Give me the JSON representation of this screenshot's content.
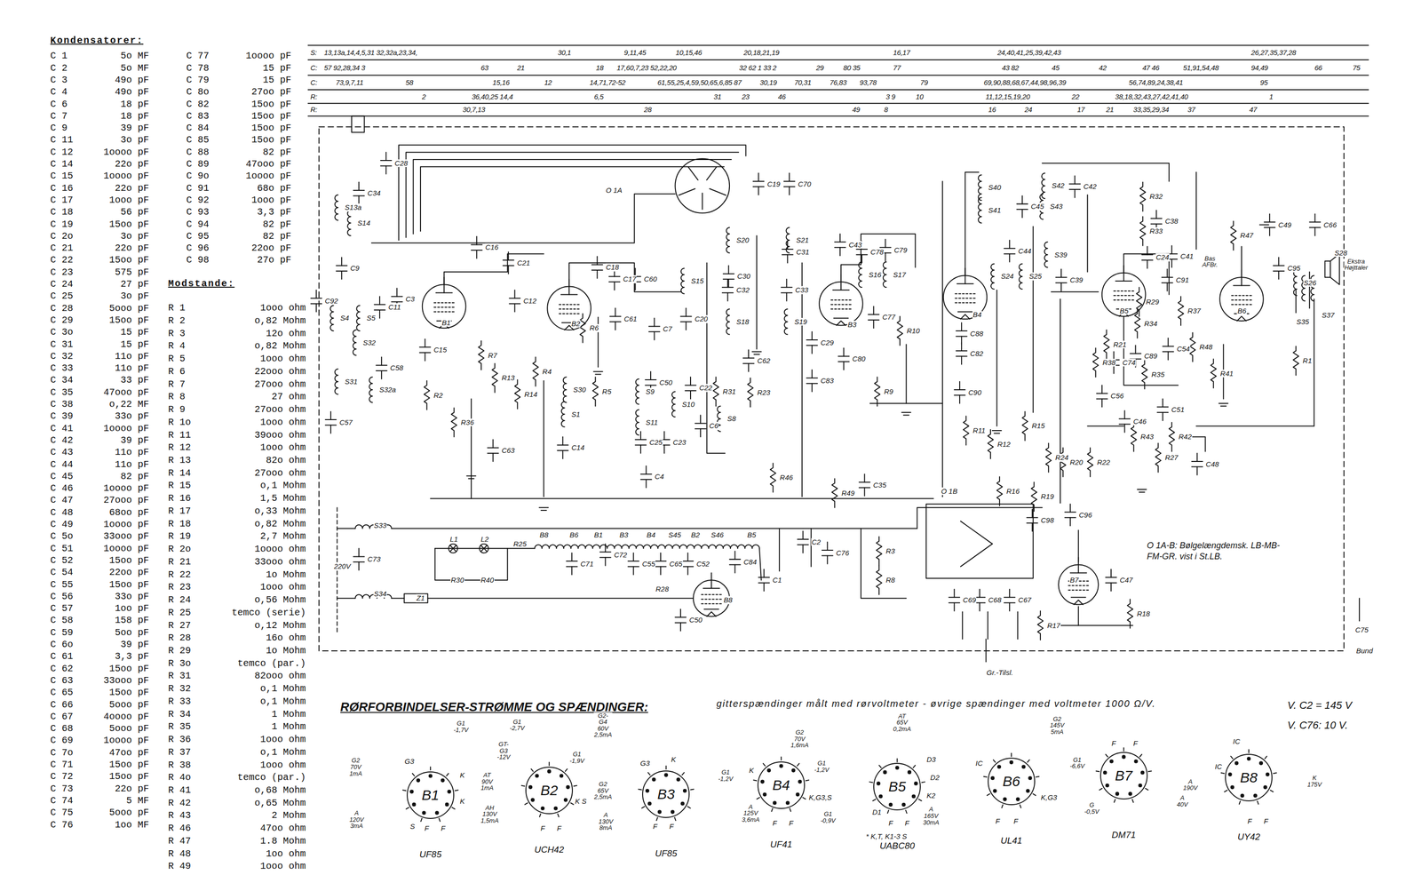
{
  "diagram": {
    "nodes": [
      {
        "text": [
          "B1",
          "UF85"
        ]
      },
      {
        "text": [
          "B2",
          "UCH42"
        ]
      },
      {
        "text": [
          "B3",
          "UF85"
        ]
      },
      {
        "text": [
          "B4",
          "UF41"
        ]
      },
      {
        "text": [
          "B5",
          "UABC80"
        ]
      },
      {
        "text": [
          "B6",
          "UL41"
        ]
      },
      {
        "text": [
          "B7",
          "DM71"
        ]
      },
      {
        "text": [
          "B8",
          "UY42"
        ]
      }
    ],
    "labels": [
      "Kondensatorer:",
      "C 1",
      "5o MF",
      "C 2",
      "5o MF",
      "C 3",
      "49o pF",
      "C 4",
      "49o pF",
      "C 6",
      "18 pF",
      "C 7",
      "18 pF",
      "C 9",
      "39 pF",
      "C 11",
      "3o pF",
      "C 12",
      "1oooo pF",
      "C 14",
      "22o pF",
      "C 15",
      "1oooo pF",
      "C 16",
      "22o pF",
      "C 17",
      "1ooo pF",
      "C 18",
      "56 pF",
      "C 19",
      "15oo pF",
      "C 2o",
      "3o pF",
      "C 21",
      "22o pF",
      "C 22",
      "15oo pF",
      "C 23",
      "575 pF",
      "C 24",
      "27 pF",
      "C 25",
      "3o pF",
      "C 28",
      "5ooo pF",
      "C 29",
      "15oo pF",
      "C 3o",
      "15 pF",
      "C 31",
      "15 pF",
      "C 32",
      "11o pF",
      "C 33",
      "11o pF",
      "C 34",
      "33 pF",
      "C 35",
      "47ooo pF",
      "C 38",
      "o,22 MF",
      "C 39",
      "33o pF",
      "C 41",
      "1oooo pF",
      "C 42",
      "39 pF",
      "C 43",
      "11o pF",
      "C 44",
      "11o pF",
      "C 45",
      "82 pF",
      "C 46",
      "1oooo pF",
      "C 47",
      "27ooo pF",
      "C 48",
      "68oo pF",
      "C 49",
      "1oooo pF",
      "C 5o",
      "33ooo pF",
      "C 51",
      "1oooo pF",
      "C 52",
      "15oo pF",
      "C 54",
      "22oo pF",
      "C 55",
      "15oo pF",
      "C 56",
      "33o pF",
      "C 57",
      "1oo pF",
      "C 58",
      "158 pF",
      "C 59",
      "5oo pF",
      "C 6o",
      "39 pF",
      "C 61",
      "3,3 pF",
      "C 62",
      "15oo pF",
      "C 63",
      "33ooo pF",
      "C 65",
      "15oo pF",
      "C 66",
      "5ooo pF",
      "C 67",
      "4oooo pF",
      "C 68",
      "5ooo pF",
      "C 69",
      "1oooo pF",
      "C 7o",
      "47oo pF",
      "C 71",
      "15oo pF",
      "C 72",
      "15oo pF",
      "C 73",
      "22o pF",
      "C 74",
      "5 MF",
      "C 75",
      "5ooo pF",
      "C 76",
      "1oo MF",
      "C 77",
      "1oooo pF",
      "C 78",
      "15 pF",
      "C 79",
      "15 pF",
      "C 8o",
      "27oo pF",
      "C 82",
      "15oo pF",
      "C 83",
      "15oo pF",
      "C 84",
      "15oo pF",
      "C 85",
      "15oo pF",
      "C 88",
      "82 pF",
      "C 89",
      "47ooo pF",
      "C 9o",
      "1oooo pF",
      "C 91",
      "68o pF",
      "C 92",
      "1ooo pF",
      "C 93",
      "3,3 pF",
      "C 94",
      "82 pF",
      "C 95",
      "82 pF",
      "C 96",
      "22oo pF",
      "C 98",
      "27o pF",
      "Modstande:",
      "R 1",
      "1ooo ohm",
      "R 2",
      "o,82 Mohm",
      "R 3",
      "12o ohm",
      "R 4",
      "o,82 Mohm",
      "R 5",
      "1ooo ohm",
      "R 6",
      "22ooo ohm",
      "R 7",
      "27ooo ohm",
      "R 8",
      "27 ohm",
      "R 9",
      "27ooo ohm",
      "R 1o",
      "1ooo ohm",
      "R 11",
      "39ooo ohm",
      "R 12",
      "1ooo ohm",
      "R 13",
      "82o ohm",
      "R 14",
      "27ooo ohm",
      "R 15",
      "o,1 Mohm",
      "R 16",
      "1,5 Mohm",
      "R 17",
      "o,33 Mohm",
      "R 18",
      "o,82 Mohm",
      "R 19",
      "2,7 Mohm",
      "R 2o",
      "1oooo ohm",
      "R 21",
      "33ooo ohm",
      "R 22",
      "1o Mohm",
      "R 23",
      "1ooo ohm",
      "R 24",
      "o,56 Mohm",
      "R 25",
      "temco (serie)",
      "R 27",
      "o,12 Mohm",
      "R 28",
      "16o ohm",
      "R 29",
      "1o Mohm",
      "R 3o",
      "temco (par.)",
      "R 31",
      "82ooo ohm",
      "R 32",
      "o,1 Mohm",
      "R 33",
      "o,1 Mohm",
      "R 34",
      "1 Mohm",
      "R 35",
      "1 Mohm",
      "R 36",
      "1ooo ohm",
      "R 37",
      "o,1 Mohm",
      "R 38",
      "1ooo ohm",
      "R 4o",
      "temco (par.)",
      "R 41",
      "o,68 Mohm",
      "R 42",
      "o,65 Mohm",
      "R 43",
      "2 Mohm",
      "R 46",
      "47oo ohm",
      "R 47",
      "1.8 Mohm",
      "R 48",
      "1oo ohm",
      "R 49",
      "1ooo ohm",
      "S:",
      "13,13a,14,4,5,31 32,32a,23,34,",
      "30,1",
      "9,11,45",
      "10,15,46",
      "20,18,21,19",
      "16,17",
      "24,40,41,25,39,42,43",
      "26,27,35,37,28",
      "C:",
      "57 92,28,34 3",
      "63",
      "21",
      "18",
      "17,60,7,23 52,22,20",
      "32 62 1 33 2",
      "29",
      "80 35",
      "77",
      "43 82",
      "45",
      "42",
      "47 46",
      "51,91,54,48",
      "94,49",
      "66",
      "75",
      "C:",
      "73,9,7,11",
      "58",
      "15,16",
      "12",
      "14,71,72-52",
      "61,55,25,4,59,50,65,6,85 87",
      "30,19",
      "70,31",
      "76,83",
      "93,78",
      "79",
      "69,90,88,68,67,44,98,96,39",
      "56,74,89,24,38,41",
      "95",
      "R:",
      "2",
      "36,40,25 14,4",
      "6,5",
      "31",
      "23",
      "46",
      "3 9",
      "10",
      "11,12,15,19,20",
      "22",
      "38,18,32,43,27,42,41,40",
      "1",
      "R:",
      "30,7,13",
      "28",
      "49",
      "8",
      "16",
      "24",
      "17",
      "21",
      "33,35,29,34",
      "37",
      "47",
      "C28",
      "C34",
      "S13a",
      "S14",
      "C9",
      "C92",
      "S4",
      "S5",
      "C11",
      "C3",
      "B1",
      "C15",
      "R7",
      "R13",
      "R2",
      "R36",
      "C63",
      "S32",
      "C58",
      "S31",
      "S32a",
      "C57",
      "C16",
      "C21",
      "C12",
      "B2",
      "R6",
      "C18",
      "C17",
      "C60",
      "C61",
      "C7",
      "S15",
      "C20",
      "C19",
      "C70",
      "O 1A",
      "R4",
      "S30",
      "S1",
      "C14",
      "R14",
      "R5",
      "S9",
      "S11",
      "C50",
      "S10",
      "C23",
      "C25",
      "C4",
      "C22",
      "C6",
      "R31",
      "S8",
      "R23",
      "C62",
      "S20",
      "S21",
      "C30",
      "C31",
      "C32",
      "C33",
      "S18",
      "S19",
      "R46",
      "C43",
      "C78",
      "C79",
      "S16",
      "S17",
      "B3",
      "C77",
      "R10",
      "C29",
      "C80",
      "C83",
      "R9",
      "S40",
      "S41",
      "C45",
      "S42",
      "S43",
      "C42",
      "C44",
      "S24",
      "S25",
      "S39",
      "C39",
      "B4",
      "C88",
      "C82",
      "C90",
      "R11",
      "R12",
      "R15",
      "R24",
      "R20",
      "R22",
      "C35",
      "R49",
      "R16",
      "R19",
      "O 1B",
      "C98",
      "C96",
      "B7",
      "C47",
      "R18",
      "R17",
      "C69",
      "C68",
      "C67",
      "Gr.-Tilsl.",
      "R32",
      "R33",
      "C38",
      "C24",
      "C41",
      "C91",
      "B5",
      "R29",
      "R34",
      "R37",
      "R21",
      "R38",
      "C74",
      "C89",
      "C56",
      "R35",
      "C54",
      "R48",
      "R41",
      "B6",
      "R47",
      "C49",
      "C66",
      "S28",
      "Ekstra Højttaler",
      "Bas AFBr.",
      "C95",
      "S26",
      "S35",
      "S37",
      "R1",
      "C46",
      "R43",
      "R42",
      "C51",
      "R27",
      "C48",
      "220V",
      "S33",
      "C73",
      "S34",
      "Z1",
      "L1",
      "L2",
      "R25",
      "R30",
      "R40",
      "B8",
      "B6",
      "B1",
      "B3",
      "B4",
      "S45",
      "B2",
      "S46",
      "B5",
      "C71",
      "C72",
      "C55",
      "C65",
      "C52",
      "C84",
      "R28",
      "B8",
      "C50",
      "C1",
      "C2",
      "C76",
      "R3",
      "R8",
      "C75",
      "Bund",
      "O 1A-B: Bølgelængdemsk. LB-MB-FM-GR. vist i St.LB.",
      "RØRFORBINDELSER-STRØMME OG SPÆNDINGER:",
      "gitterspændinger målt med rørvoltmeter - øvrige spændinger med voltmeter 1000 Ω/V.",
      "V. C2 = 145 V",
      "V. C76: 10 V.",
      "G2 70V 1mA",
      "A 120V 3mA",
      "G3",
      "G1 -1,7V",
      "K",
      "K",
      "S",
      "F",
      "F",
      "G1 -2,7V",
      "GT-G3 -12V",
      "AT 90V 1mA",
      "AH 130V 1,5mA",
      "G2-G4 60V 2,5mA",
      "K S",
      "F",
      "F",
      "G1 -1,9V",
      "G3",
      "K",
      "G2 65V 2,5mA",
      "A 130V 8mA",
      "G1 -1,2V",
      "F",
      "F",
      "G2 70V 1,6mA",
      "K",
      "G1 -1,2V",
      "K,G3,S",
      "A 125V 3,6mA",
      "F",
      "F",
      "AT 65V 0,2mA",
      "D3",
      "D2",
      "K2",
      "D1",
      "G1 -0,9V",
      "F",
      "F",
      "* K,T, K1-3 S",
      "G2 145V 5mA",
      "G1 -6,6V",
      "IC",
      "K,G3",
      "A 165V 30mA",
      "F",
      "F",
      "F",
      "F",
      "A 40V",
      "G -0,5V",
      "IC",
      "IC",
      "A 190V",
      "K 175V",
      "F",
      "F"
    ]
  }
}
